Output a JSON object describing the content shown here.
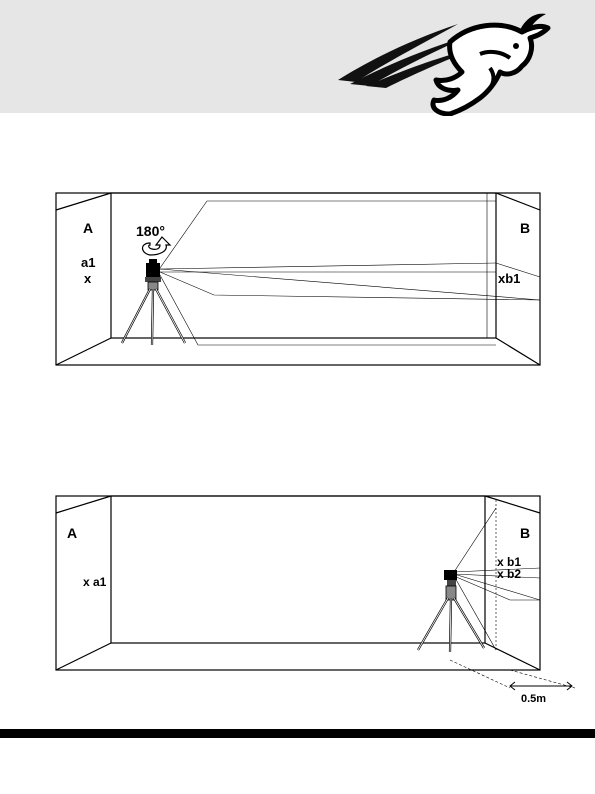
{
  "header": {
    "logo_icon": "bull-logo-icon",
    "band_color": "#e6e6e6"
  },
  "figure_top": {
    "wall_left_label": "A",
    "wall_right_label": "B",
    "rotation_label": "180°",
    "rotation_icon": "rotate-arrow-icon",
    "mark_a1_label": "a1",
    "mark_a1_symbol": "x",
    "mark_b1_label": "xb1",
    "device_icon": "laser-level-on-tripod-icon"
  },
  "figure_bottom": {
    "wall_left_label": "A",
    "wall_right_label": "B",
    "mark_a1_label": "x a1",
    "mark_b1_label": "x b1",
    "mark_b2_label": "x b2",
    "distance_label": "0.5m",
    "device_icon": "laser-level-on-tripod-icon"
  },
  "footer": {
    "bar_color": "#000000"
  }
}
